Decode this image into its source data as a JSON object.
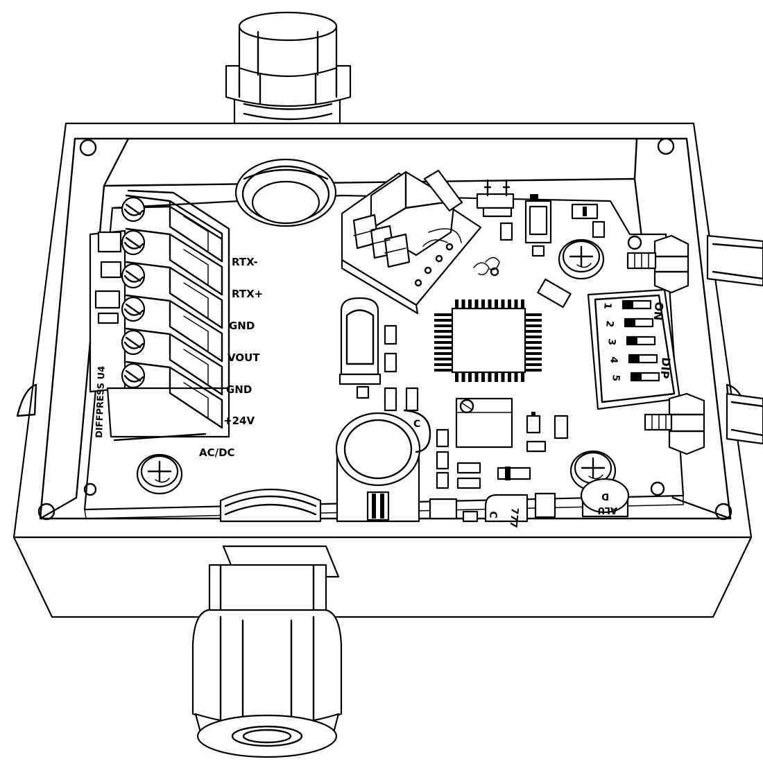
{
  "terminal_block": {
    "model_label": "DIFFPRESS U4",
    "terminals": [
      "RTX-",
      "RTX+",
      "GND",
      "VOUT",
      "GND",
      "+24V"
    ],
    "supply_label": "AC/DC"
  },
  "dip_switch": {
    "on_label": "ON",
    "dip_label": "DIP",
    "positions": [
      "1",
      "2",
      "3",
      "4",
      "5"
    ]
  },
  "capacitors": {
    "small_cap_mark": "C",
    "tantalum_mark": "C",
    "tantalum_code": "777",
    "electrolytic_mark": "D",
    "electrolytic_text": "ALU"
  }
}
